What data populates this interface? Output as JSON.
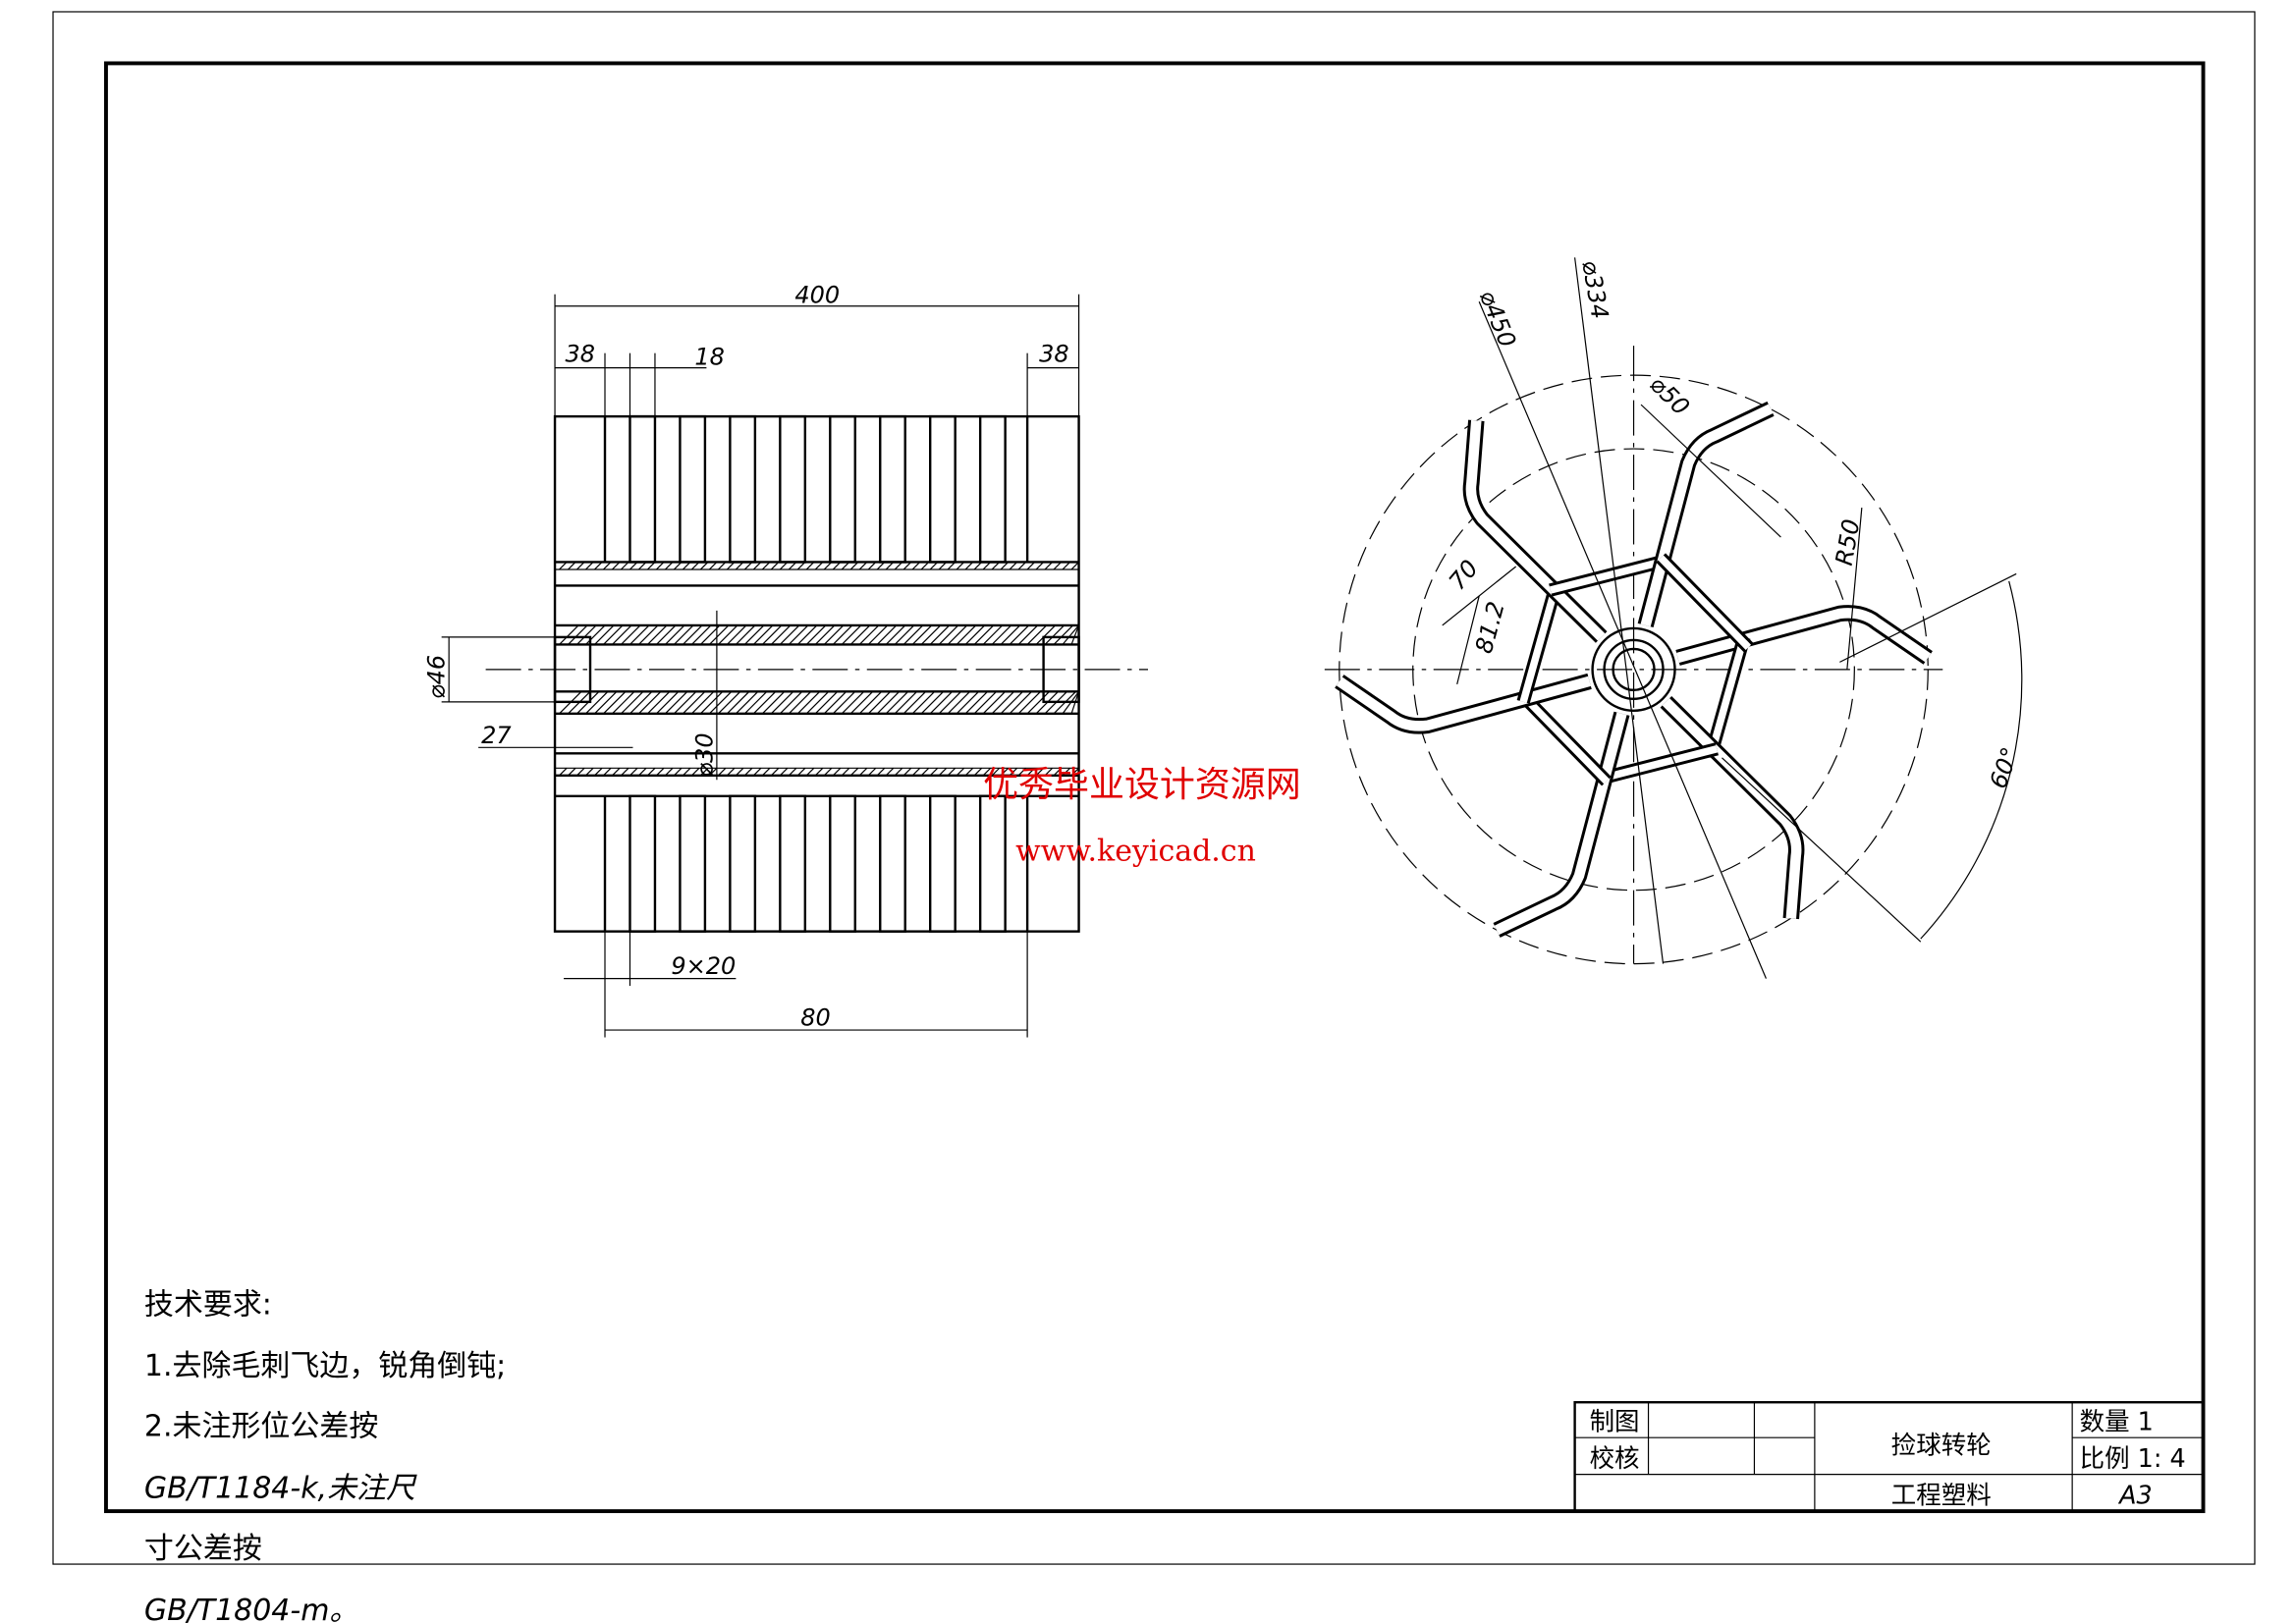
{
  "drawing": {
    "left_view_dims": {
      "total_length": "400",
      "end_width_left": "38",
      "fin_width": "18",
      "end_width_right": "38",
      "bore_diameter": "⌀46",
      "bore_depth": "27",
      "shaft_diameter": "⌀30",
      "fin_pattern": "9×20",
      "span": "80"
    },
    "right_view_dims": {
      "outer_diameter": "⌀450",
      "inner_diameter": "⌀334",
      "hub_diameter": "⌀50",
      "bend_radius": "R50",
      "spoke_width": "70",
      "web_offset": "81.2",
      "spoke_angle": "60°"
    }
  },
  "watermark": {
    "line1": "优秀毕业设计资源网",
    "line2": "www.keyicad.cn",
    "color": "#e00000"
  },
  "tech_requirements": {
    "title": "技术要求:",
    "lines": [
      "1.去除毛刺飞边，锐角倒钝;",
      "2.未注形位公差按",
      "GB/T1184-k,未注尺",
      "寸公差按",
      "GB/T1804-m。"
    ]
  },
  "title_block": {
    "drawn_by_label": "制图",
    "checked_label": "校核",
    "part_name": "捡球转轮",
    "material": "工程塑料",
    "quantity": "数量 1",
    "scale": "比例 1: 4",
    "sheet_size": "A3"
  }
}
